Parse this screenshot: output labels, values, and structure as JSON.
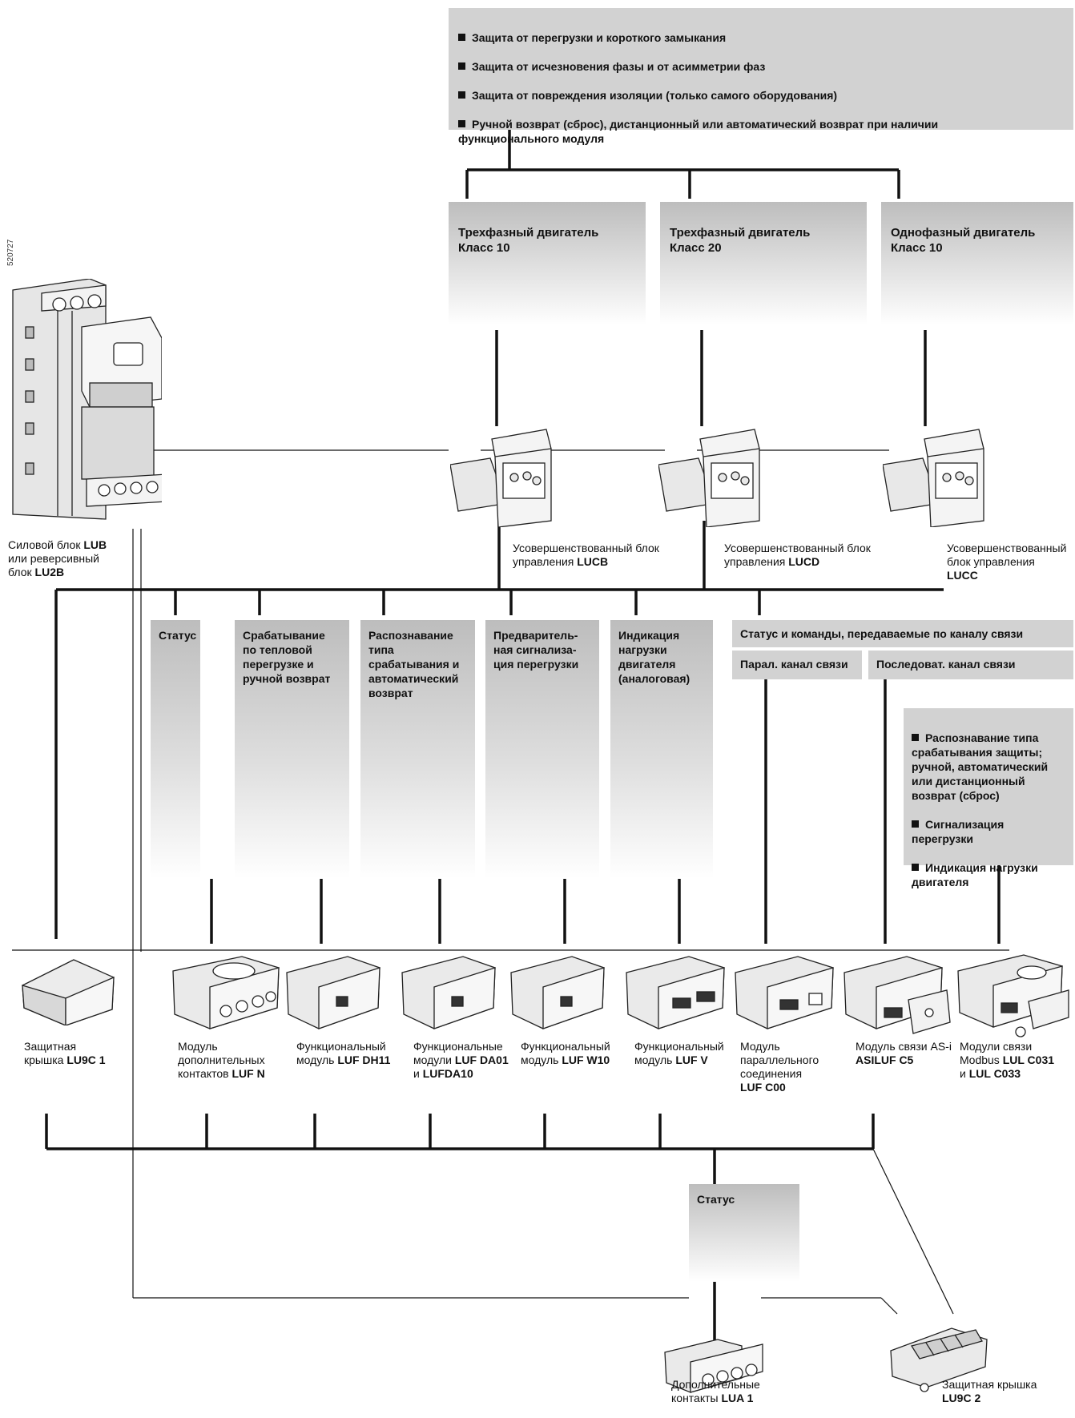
{
  "doc_code": "520727",
  "top_box": {
    "items": [
      "Защита от перегрузки и короткого замыкания",
      "Защита от исчезновения фазы и от асимметрии фаз",
      "Защита от повреждения изоляции (только самого оборудования)",
      "Ручной возврат (сброс), дистанционный или автоматический возврат при наличии функционального модуля"
    ]
  },
  "motor_boxes": [
    {
      "line1": "Трехфазный двигатель",
      "line2": "Класс 10"
    },
    {
      "line1": "Трехфазный двигатель",
      "line2": "Класс 20"
    },
    {
      "line1": "Однофазный двигатель",
      "line2": "Класс 10"
    }
  ],
  "power_unit": {
    "text1": "Силовой блок ",
    "code1": "LUB",
    "text2": "или реверсивный",
    "text3": "блок ",
    "code2": "LU2B"
  },
  "control_units": [
    {
      "text": "Усовершенствованный блок",
      "text2": "управления ",
      "code": "LUCB"
    },
    {
      "text": "Усовершенствованный блок",
      "text2": "управления ",
      "code": "LUCD"
    },
    {
      "text": "Усовершенствованный",
      "text2": "блок управления",
      "code": "LUCC"
    }
  ],
  "function_boxes": [
    {
      "label": "Статус"
    },
    {
      "label": "Срабатывание\nпо тепловой\nперегрузке и\nручной возврат"
    },
    {
      "label": "Распознавание\nтипа\nсрабатывания и\nавтоматический\nвозврат"
    },
    {
      "label": "Предваритель-\nная сигнализа-\nция перегрузки"
    },
    {
      "label": "Индикация\nнагрузки\nдвигателя\n(аналоговая)"
    }
  ],
  "comm_box": {
    "title": "Статус и команды, передаваемые по каналу связи",
    "parallel": "Парал. канал связи",
    "serial": "Последоват. канал связи"
  },
  "serial_features": {
    "items": [
      "Распознавание типа срабатывания защиты; ручной, автоматический или дистанционный возврат (сброс)",
      "Сигнализация перегрузки",
      "Индикация нагрузки двигателя"
    ]
  },
  "modules": [
    {
      "t1": "Защитная",
      "t2": "крышка  ",
      "code": "LU9C 1"
    },
    {
      "t1": "Модуль",
      "t2": "дополнительных",
      "t3": "контактов ",
      "code": "LUF N"
    },
    {
      "t1": "Функциональный",
      "t2": "модуль ",
      "code": "LUF DH11"
    },
    {
      "t1": "Функциональные",
      "t2": "модули ",
      "code": "LUF DA01",
      "t3": "и ",
      "code2": "LUFDA10"
    },
    {
      "t1": "Функциональный",
      "t2": "модуль ",
      "code": "LUF W10"
    },
    {
      "t1": "Функциональный",
      "t2": "модуль ",
      "code": "LUF V"
    },
    {
      "t1": "Модуль",
      "t2": "параллельного",
      "t3": "соединения",
      "code": "LUF C00"
    },
    {
      "t1": "Модуль связи AS-i",
      "code": "ASILUF C5"
    },
    {
      "t1": "Модули связи",
      "t2": "Modbus ",
      "code": "LUL C031",
      "t3": "и ",
      "code2": "LUL C033"
    }
  ],
  "status_box": {
    "label": "Статус"
  },
  "bottom_items": [
    {
      "t1": "Дополнительные",
      "t2": "контакты ",
      "code": "LUA 1"
    },
    {
      "t1": "Защитная крышка",
      "code": "LU9C 2"
    }
  ]
}
